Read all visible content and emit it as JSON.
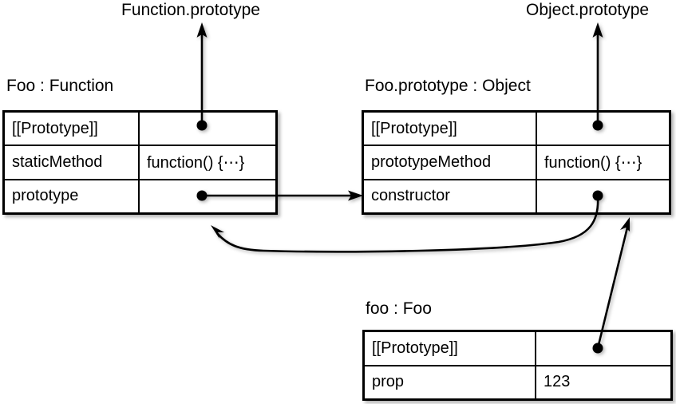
{
  "diagram": {
    "title": "JavaScript prototype chain diagram",
    "type": "object-reference-diagram",
    "background_color": "#ffffff",
    "line_color": "#000000"
  },
  "endpoint_labels": [
    {
      "id": "function-prototype",
      "text": "Function.prototype"
    },
    {
      "id": "object-prototype",
      "text": "Object.prototype"
    }
  ],
  "boxes": [
    {
      "id": "foo",
      "title": "Foo : Function",
      "rows": [
        {
          "key": "[[Prototype]]",
          "value": "",
          "value_kind": "reference-dot"
        },
        {
          "key": "staticMethod",
          "value": "function() {⋯}",
          "value_kind": "text"
        },
        {
          "key": "prototype",
          "value": "",
          "value_kind": "reference-dot"
        }
      ]
    },
    {
      "id": "foo-prototype",
      "title": "Foo.prototype : Object",
      "rows": [
        {
          "key": "[[Prototype]]",
          "value": "",
          "value_kind": "reference-dot"
        },
        {
          "key": "prototypeMethod",
          "value": "function() {⋯}",
          "value_kind": "text"
        },
        {
          "key": "constructor",
          "value": "",
          "value_kind": "reference-dot"
        }
      ]
    },
    {
      "id": "foo-instance",
      "title": "foo : Foo",
      "rows": [
        {
          "key": "[[Prototype]]",
          "value": "",
          "value_kind": "reference-dot"
        },
        {
          "key": "prop",
          "value": "123",
          "value_kind": "text"
        }
      ]
    }
  ],
  "arrows": [
    {
      "id": "foo-prototype-link",
      "from": "foo.[[Prototype]]",
      "to": "Function.prototype",
      "style": "straight-up"
    },
    {
      "id": "fooproto-prototype-link",
      "from": "Foo.prototype.[[Prototype]]",
      "to": "Object.prototype",
      "style": "straight-up"
    },
    {
      "id": "foo-prototype-prop-link",
      "from": "Foo.prototype (property)",
      "to": "Foo.prototype object",
      "style": "straight-right"
    },
    {
      "id": "constructor-link",
      "from": "Foo.prototype.constructor",
      "to": "Foo : Function object",
      "style": "curved-left"
    },
    {
      "id": "instance-prototype-link",
      "from": "foo.[[Prototype]]",
      "to": "Foo.prototype object",
      "style": "diagonal-up"
    }
  ]
}
